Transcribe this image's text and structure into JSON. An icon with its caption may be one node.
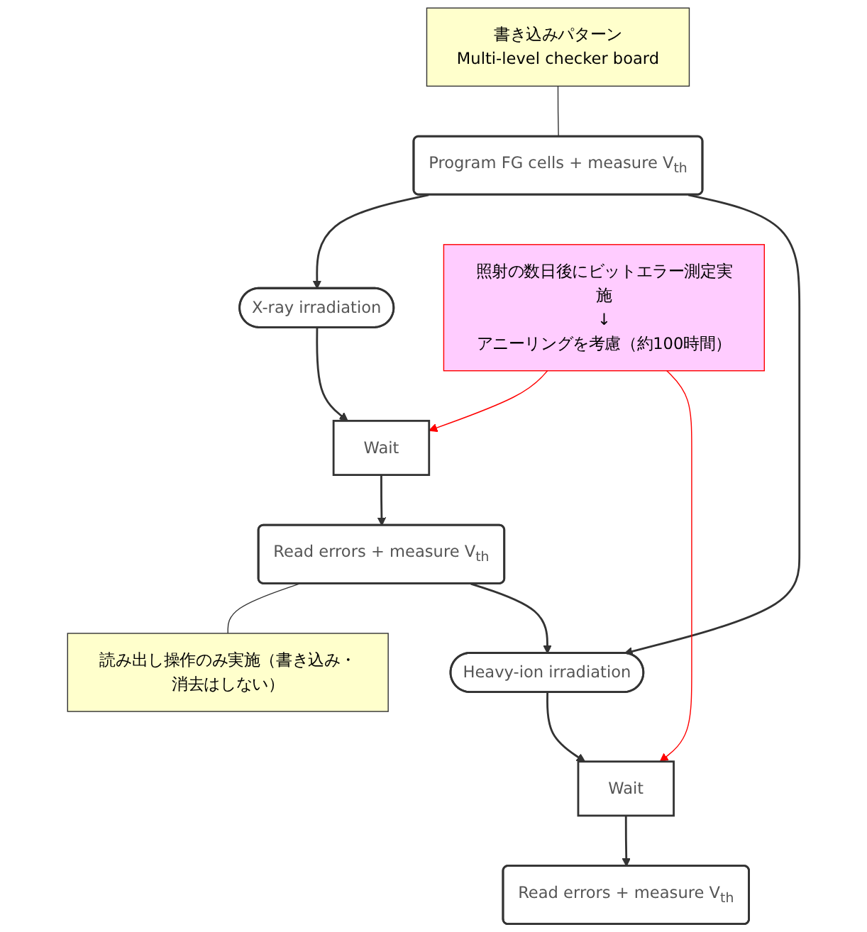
{
  "diagram": {
    "nodes": [
      {
        "text": [
          "Program FG cells + measure V$_{th}$"
        ]
      },
      {
        "text": [
          "書き込みパターン",
          "Multi-level checker board"
        ]
      },
      {
        "text": [
          "X-ray irradiation"
        ]
      },
      {
        "text": [
          "照射の数日後にビットエラー測定実施",
          "↓",
          "アニーリングを考慮（約100時間）"
        ]
      },
      {
        "text": [
          "Wait"
        ]
      },
      {
        "text": [
          "Read errors + measure V$_{th}$"
        ]
      },
      {
        "text": [
          "読み出し操作のみ実施（書き込み・消去はしない）"
        ]
      },
      {
        "text": [
          "Heavy-ion irradiation"
        ]
      },
      {
        "text": [
          "Wait"
        ]
      },
      {
        "text": [
          "Read errors + measure V$_{th}$"
        ]
      }
    ],
    "edges": [
      {
        "from": 1,
        "to": 0,
        "arrow": "none"
      },
      {
        "from": 0,
        "to": 2,
        "arrow": "to"
      },
      {
        "from": 0,
        "to": 7,
        "arrow": "to"
      },
      {
        "from": 2,
        "to": 4,
        "arrow": "to"
      },
      {
        "from": 3,
        "to": 4,
        "arrow": "to",
        "color": "#ff0000"
      },
      {
        "from": 4,
        "to": 5,
        "arrow": "to"
      },
      {
        "from": 6,
        "to": 5,
        "arrow": "none"
      },
      {
        "from": 5,
        "to": 7,
        "arrow": "to"
      },
      {
        "from": 7,
        "to": 8,
        "arrow": "to"
      },
      {
        "from": 3,
        "to": 8,
        "arrow": "to",
        "color": "#ff0000"
      },
      {
        "from": 8,
        "to": 9,
        "arrow": "to"
      }
    ]
  }
}
